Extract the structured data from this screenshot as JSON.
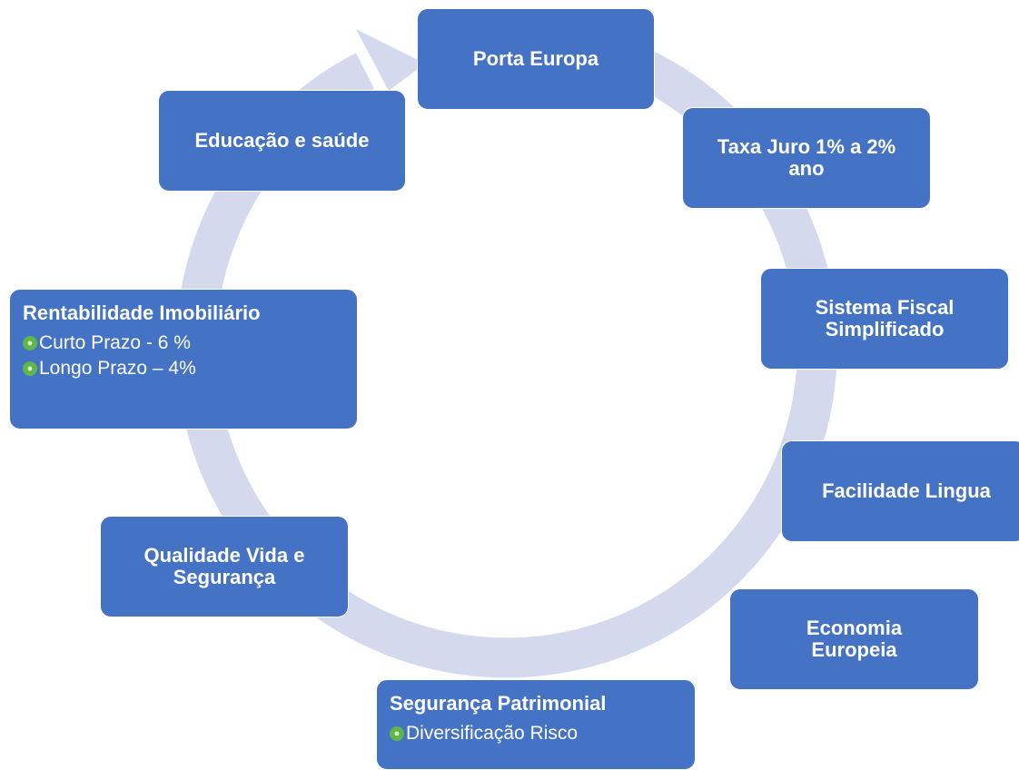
{
  "cycle": {
    "nodes": [
      {
        "id": "porta-europa",
        "title": "Porta Europa",
        "bullets": []
      },
      {
        "id": "taxa-juro",
        "title": "Taxa Juro 1% a 2% ano",
        "bullets": []
      },
      {
        "id": "sistema-fiscal",
        "title": "Sistema Fiscal Simplificado",
        "bullets": []
      },
      {
        "id": "facilidade-lingua",
        "title": "Facilidade Lingua",
        "bullets": []
      },
      {
        "id": "economia-europeia",
        "title": "Economia Europeia",
        "bullets": []
      },
      {
        "id": "seguranca-patrimonial",
        "title": "Segurança Patrimonial",
        "bullets": [
          "Diversificação Risco"
        ]
      },
      {
        "id": "qualidade-vida",
        "title": "Qualidade Vida e Segurança",
        "bullets": []
      },
      {
        "id": "rentabilidade-imobiliario",
        "title": "Rentabilidade Imobiliário",
        "bullets": [
          "Curto Prazo - 6 %",
          "Longo Prazo – 4%"
        ]
      },
      {
        "id": "educacao-saude",
        "title": "Educação e saúde",
        "bullets": []
      }
    ]
  },
  "colors": {
    "node_fill": "#4472c4",
    "ring": "#d4d9ee",
    "bullet_icon": "#5fb74a"
  }
}
